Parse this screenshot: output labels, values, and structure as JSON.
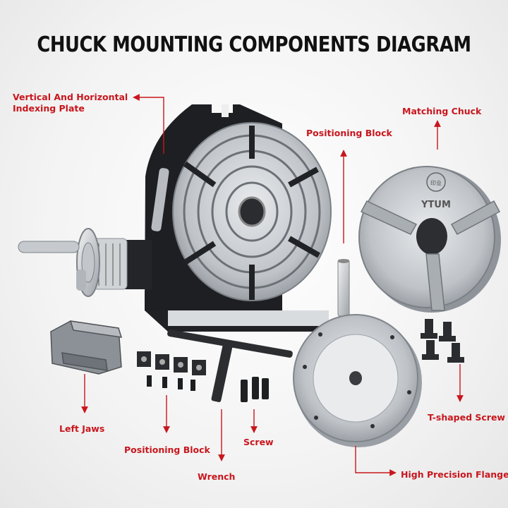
{
  "title": "CHUCK MOUNTING COMPONENTS DIAGRAM",
  "labels": {
    "indexing_plate_line1": "Vertical And Horizontal",
    "indexing_plate_line2": "Indexing Plate",
    "positioning_block_top": "Positioning Block",
    "matching_chuck": "Matching Chuck",
    "left_jaws": "Left Jaws",
    "positioning_block_bottom": "Positioning Block",
    "screw": "Screw",
    "wrench": "Wrench",
    "t_shaped_screw": "T-shaped Screw",
    "high_precision_flange": "High Precision Flange"
  },
  "chuck_brand": "YTUM",
  "chuck_logo_text": "印业",
  "colors": {
    "accent": "#c8161d",
    "steel": "#c9cdd2",
    "cast_iron": "#1d1f22"
  }
}
